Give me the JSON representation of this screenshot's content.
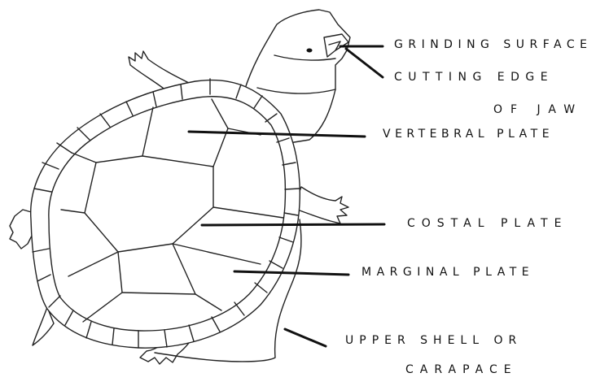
{
  "diagram": {
    "labels": {
      "grinding_surface": "GRINDING SURFACE",
      "cutting_edge": "CUTTING EDGE",
      "of_jaw": "OF JAW",
      "vertebral_plate": "VERTEBRAL PLATE",
      "costal_plate": "COSTAL PLATE",
      "marginal_plate": "MARGINAL PLATE",
      "upper_shell": "UPPER SHELL OR",
      "carapace": "CARAPACE"
    }
  }
}
